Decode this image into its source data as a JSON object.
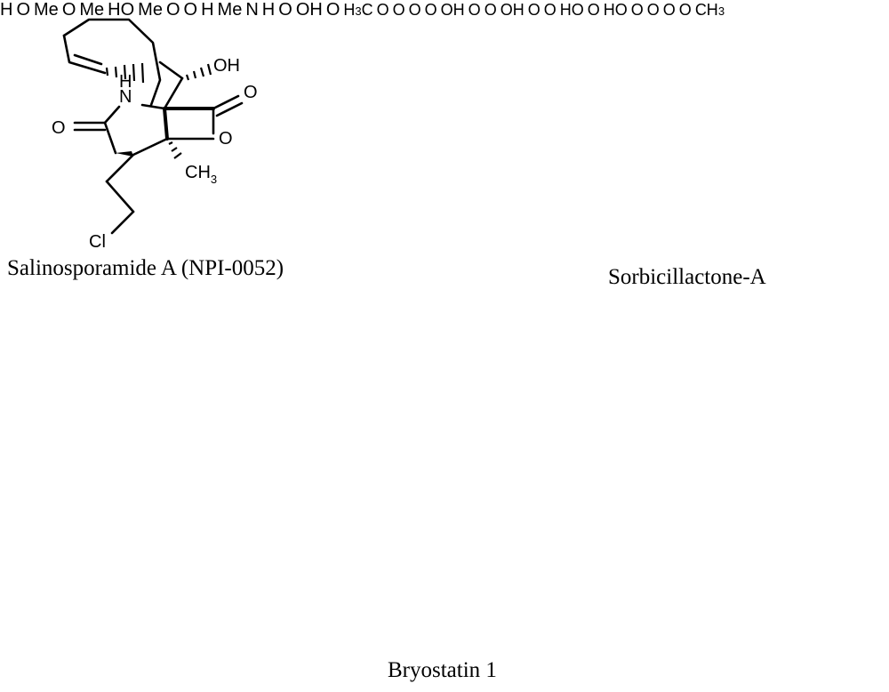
{
  "compounds": [
    {
      "caption": "Salinosporamide A (NPI-0052)",
      "atoms": {
        "oh": "OH",
        "nh": "N",
        "nh_h": "H",
        "o_ketone": "O",
        "o_lactone": "O",
        "o_carbonyl": "O",
        "ch3": "CH",
        "ch3_sub": "3",
        "cl": "Cl"
      }
    },
    {
      "caption": "Sorbicillactone-A",
      "atoms": {
        "h_top": "H",
        "o_top": "O",
        "o_ketone": "O",
        "me1": "Me",
        "me2": "Me",
        "me3": "Me",
        "me4": "Me",
        "ho": "HO",
        "h_ring": "H",
        "o_ring": "O",
        "o_lactone": "O",
        "nh": "N",
        "nh_h": "H",
        "o_amide": "O",
        "oh_acid": "OH",
        "o_acid": "O"
      }
    },
    {
      "caption": "Bryostatin 1",
      "atoms": {
        "h3c": "H",
        "h3c_sub": "3",
        "h3c_c": "C",
        "o1": "O",
        "o2": "O",
        "o_ring1": "O",
        "oh_top": "OH",
        "o_ring2": "O",
        "o_ac": "O",
        "o_ac2": "O",
        "oh_mid": "OH",
        "o_ester": "O",
        "o_ester2": "O",
        "o_ring3": "O",
        "ho_left": "HO",
        "o_ester3": "O",
        "ho_bottom": "HO",
        "o_oct": "O",
        "o_oct2": "O",
        "o_me": "O",
        "o_me2": "O",
        "ch3": "CH",
        "ch3_sub": "3"
      }
    }
  ]
}
